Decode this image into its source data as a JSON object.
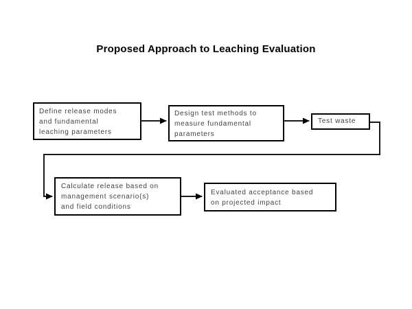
{
  "slide": {
    "title": "Proposed Approach to Leaching Evaluation"
  },
  "colors": {
    "background": "#ffffff",
    "box_border": "#000000",
    "box_fill": "#ffffff",
    "box_text": "#3f3f3f",
    "connector": "#1a1a1a",
    "title_text": "#000000"
  },
  "flowchart": {
    "nodes": [
      {
        "id": "define-release",
        "text": "Define release modes and fundamental leaching parameters",
        "lines": [
          "Define release modes",
          "and fundamental",
          "leaching parameters"
        ]
      },
      {
        "id": "design-tests",
        "text": "Design test methods to measure fundamental parameters",
        "lines": [
          "Design test methods to",
          "measure fundamental",
          "parameters"
        ]
      },
      {
        "id": "test-waste",
        "text": "Test waste",
        "lines": [
          "Test waste"
        ]
      },
      {
        "id": "calculate-release",
        "text": "Calculate release based on management scenario(s) and field conditions",
        "lines": [
          "Calculate release based on",
          "management scenario(s)",
          "and field conditions"
        ]
      },
      {
        "id": "evaluate-acceptance",
        "text": "Evaluated acceptance based on projected impact",
        "lines": [
          "Evaluated acceptance based",
          "on projected impact"
        ]
      }
    ],
    "edges": [
      {
        "from": "define-release",
        "to": "design-tests"
      },
      {
        "from": "design-tests",
        "to": "test-waste"
      },
      {
        "from": "test-waste",
        "to": "calculate-release"
      },
      {
        "from": "calculate-release",
        "to": "evaluate-acceptance"
      }
    ]
  }
}
